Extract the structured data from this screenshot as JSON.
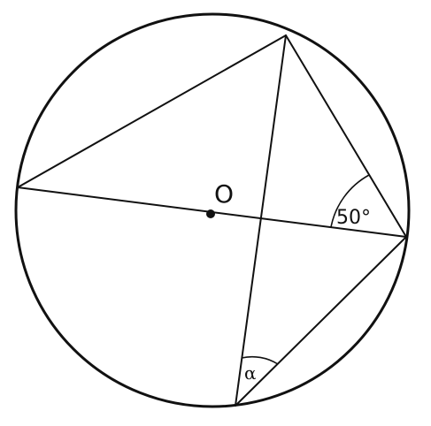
{
  "diagram": {
    "center_label": "O",
    "angle_label": "50°",
    "alpha_label": "α"
  },
  "colors": {
    "line": "#111111",
    "background": "#ffffff"
  }
}
